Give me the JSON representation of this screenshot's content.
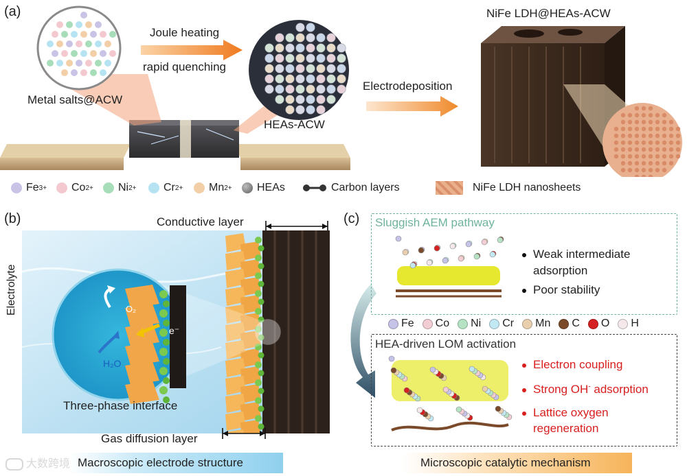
{
  "panel_a": {
    "letter": "(a)",
    "joule_heating": "Joule heating",
    "rapid_quenching": "rapid quenching",
    "metal_salts": "Metal salts@ACW",
    "heas_acw": "HEAs-ACW",
    "electrodeposition": "Electrodeposition",
    "product": "NiFe LDH@HEAs-ACW"
  },
  "legend": {
    "items": [
      {
        "ion": "Fe",
        "charge": "3+",
        "color": "#c9c3e6"
      },
      {
        "ion": "Co",
        "charge": "2+",
        "color": "#f3c9cf"
      },
      {
        "ion": "Ni",
        "charge": "2+",
        "color": "#a8ddb9"
      },
      {
        "ion": "Cr",
        "charge": "2+",
        "color": "#b6e3f2"
      },
      {
        "ion": "Mn",
        "charge": "2+",
        "color": "#f3cfa8"
      }
    ],
    "heas": "HEAs",
    "carbon_layers": "Carbon layers",
    "nife_ldh": "NiFe LDH nanosheets"
  },
  "panel_b": {
    "letter": "(b)",
    "conductive_layer": "Conductive layer",
    "electrolyte": "Electrolyte",
    "o2": "O₂",
    "electron": "e⁻",
    "h2o": "H₂O",
    "three_phase": "Three-phase interface",
    "gas_diffusion": "Gas diffusion layer",
    "banner": "Macroscopic electrode structure"
  },
  "panel_c": {
    "letter": "(c)",
    "sluggish_title": "Sluggish AEM pathway",
    "bullet_weak_1": "Weak intermediate",
    "bullet_weak_2": "adsorption",
    "bullet_poor": "Poor stability",
    "elements": [
      {
        "sym": "Fe",
        "color": "#c6c3e8"
      },
      {
        "sym": "Co",
        "color": "#f2cdd3"
      },
      {
        "sym": "Ni",
        "color": "#b5e3c4"
      },
      {
        "sym": "Cr",
        "color": "#c2e8f3"
      },
      {
        "sym": "Mn",
        "color": "#e9cfae"
      },
      {
        "sym": "C",
        "color": "#7a4a2a"
      },
      {
        "sym": "O",
        "color": "#d42020"
      },
      {
        "sym": "H",
        "color": "#f4e8ea"
      }
    ],
    "lom_title": "HEA-driven LOM activation",
    "bullet_electron": "Electron coupling",
    "bullet_strong_1": "Strong OH",
    "bullet_strong_sup": "-",
    "bullet_strong_2": " adsorption",
    "bullet_lattice_1": "Lattice oxygen",
    "bullet_lattice_2": "regeneration",
    "banner": "Microscopic catalytic mechanism"
  },
  "watermark": "大数跨境",
  "colors": {
    "arrow_orange": "#f0862a",
    "green_dash": "#6fb39a",
    "dark_dash": "#444444",
    "red_text": "#d81e1e",
    "banner_blue": "#8fd0ee",
    "banner_orange": "#f6b45a"
  }
}
